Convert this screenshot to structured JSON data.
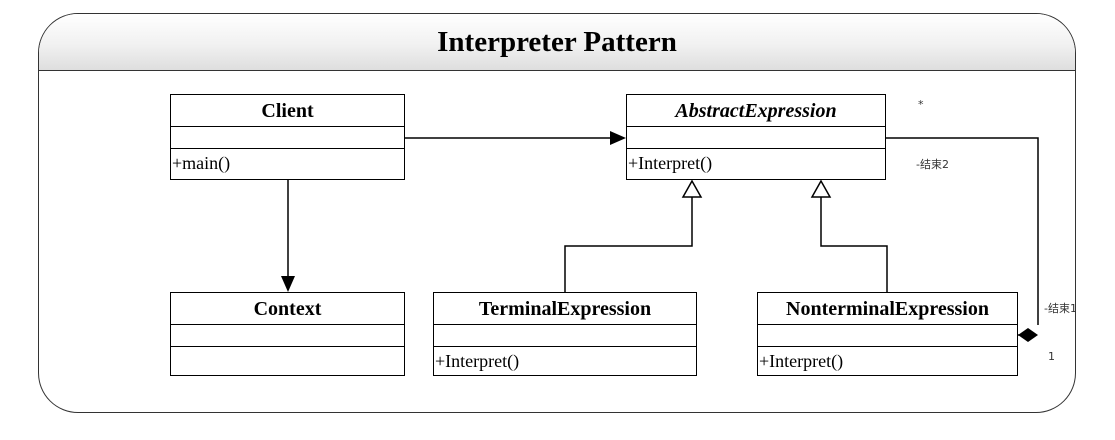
{
  "diagram": {
    "title": "Interpreter Pattern",
    "classes": {
      "client": {
        "name": "Client",
        "operation": "+main()"
      },
      "context": {
        "name": "Context",
        "operation": ""
      },
      "abstract_expression": {
        "name": "AbstractExpression",
        "operation": "+Interpret()"
      },
      "terminal_expression": {
        "name": "TerminalExpression",
        "operation": "+Interpret()"
      },
      "nonterminal_expression": {
        "name": "NonterminalExpression",
        "operation": "+Interpret()"
      }
    },
    "relations": [
      {
        "type": "association",
        "from": "Client",
        "to": "AbstractExpression"
      },
      {
        "type": "association",
        "from": "Client",
        "to": "Context"
      },
      {
        "type": "generalization",
        "from": "TerminalExpression",
        "to": "AbstractExpression"
      },
      {
        "type": "generalization",
        "from": "NonterminalExpression",
        "to": "AbstractExpression"
      },
      {
        "type": "composition",
        "from": "NonterminalExpression",
        "to": "AbstractExpression"
      }
    ],
    "labels": {
      "multiplicity_many": "*",
      "role_end2": "-结束2",
      "role_end1": "-结束1",
      "multiplicity_one": "1"
    }
  }
}
